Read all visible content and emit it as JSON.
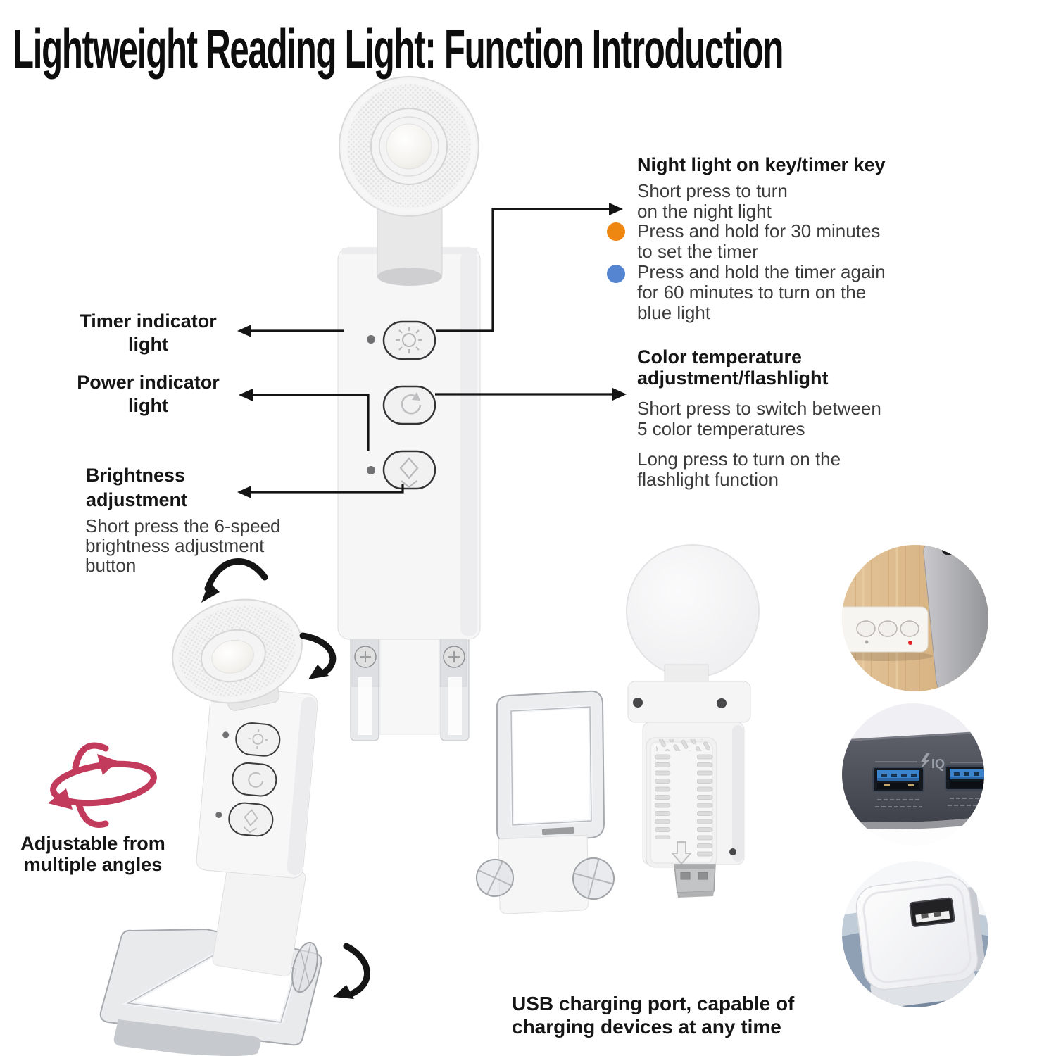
{
  "title": "Lightweight Reading Light: Function Introduction",
  "callouts": {
    "night_light": {
      "heading": "Night light on key/timer key",
      "short_press": [
        "Short press to turn",
        "on the night light"
      ],
      "hold_30": [
        "Press and hold for 30 minutes",
        "to set the timer"
      ],
      "hold_60": [
        "Press and hold the timer again",
        "for 60 minutes to turn on the",
        "blue light"
      ]
    },
    "timer_indicator": [
      "Timer indicator",
      "light"
    ],
    "power_indicator": [
      "Power indicator",
      "light"
    ],
    "brightness": {
      "heading": [
        "Brightness",
        "adjustment"
      ],
      "description": [
        "Short press the 6-speed",
        "brightness adjustment",
        "button"
      ]
    },
    "color_temperature": {
      "heading": [
        "Color temperature",
        "adjustment/flashlight"
      ],
      "short_press": [
        "Short press to switch between",
        "5 color temperatures"
      ],
      "long_press": [
        "Long press to turn on the",
        "flashlight function"
      ]
    },
    "adjustable_angles": [
      "Adjustable from",
      "multiple angles"
    ],
    "usb_charging": [
      "USB charging port, capable of",
      "charging devices at any time"
    ]
  },
  "photo_labels": {
    "power_iq": "IQ"
  },
  "colors": {
    "bullet_orange": "#EE8711",
    "bullet_blue": "#5585D1",
    "rotation_red": "#C23A5C",
    "usb_port_blue": "#3C84CC",
    "annotation_black": "#141414"
  }
}
